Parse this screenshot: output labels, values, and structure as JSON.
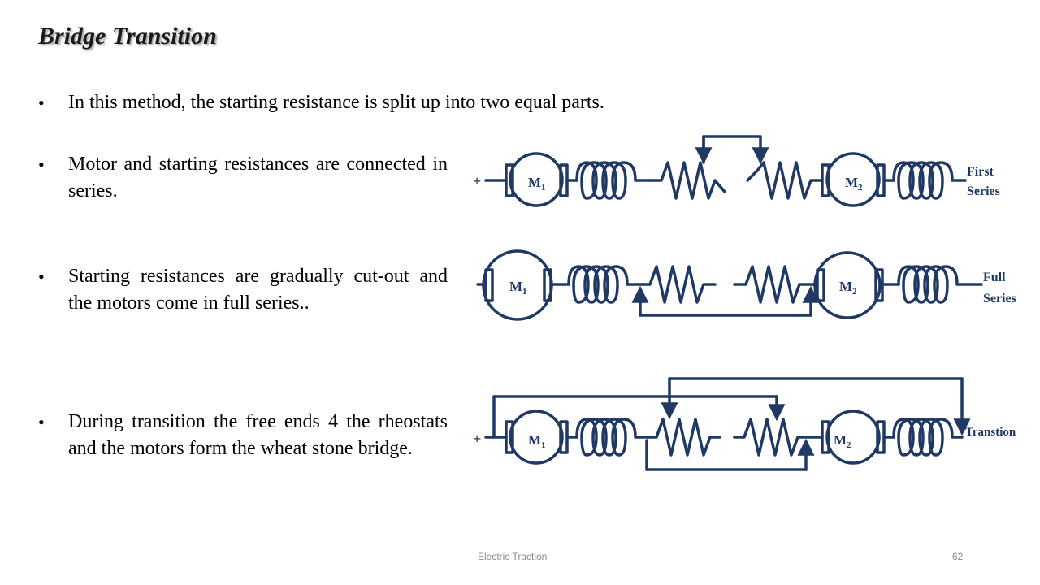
{
  "slide": {
    "title": "Bridge Transition",
    "bullets": [
      {
        "text": "In this method, the starting resistance is split up into two equal parts."
      },
      {
        "text": "Motor and starting resistances are connected in series."
      },
      {
        "text": "Starting resistances are gradually cut-out and the motors come in full series.."
      },
      {
        "text": "During transition the free ends 4 the rheostats and the motors form the wheat stone bridge."
      }
    ],
    "bullet_glyph": "•"
  },
  "diagrams": {
    "stroke_color": "#1f3864",
    "first_series": {
      "plus": "+",
      "motor1": "M",
      "motor1_sub": "1",
      "motor2": "M",
      "motor2_sub": "2",
      "label_line1": "First",
      "label_line2": "Series"
    },
    "full_series": {
      "motor1": "M",
      "motor1_sub": "1",
      "motor2": "M",
      "motor2_sub": "2",
      "label_line1": "Full",
      "label_line2": "Series"
    },
    "transition": {
      "plus": "+",
      "motor1": "M",
      "motor1_sub": "1",
      "motor2": "M",
      "motor2_sub": "2",
      "label": "Transtion"
    }
  },
  "footer": {
    "center_text": "Electric Traction",
    "page_number": "62"
  }
}
